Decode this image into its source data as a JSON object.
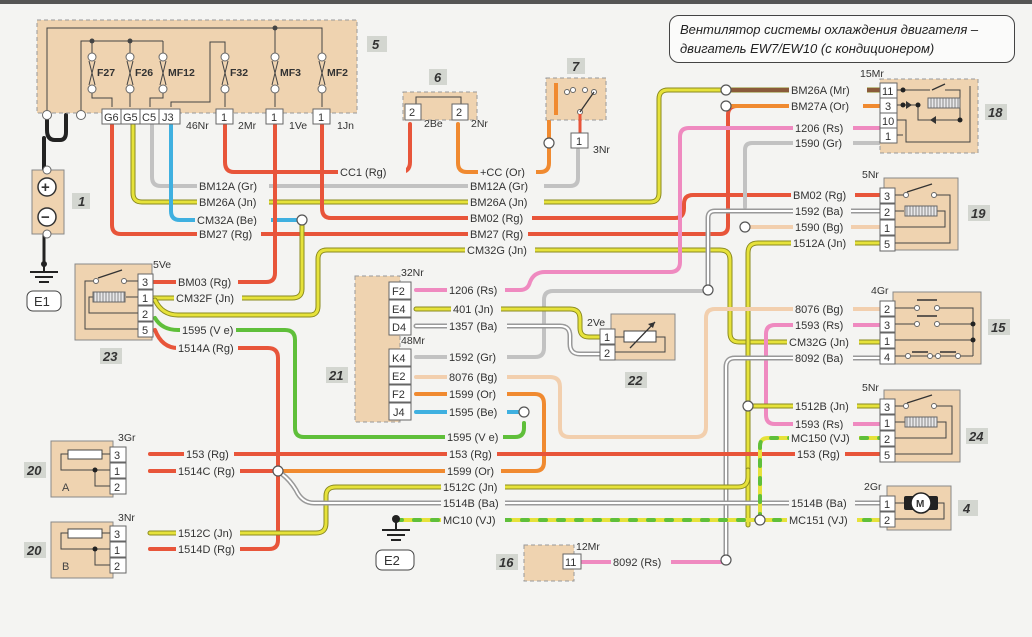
{
  "title": {
    "line1": "Вентилятор системы охлаждения двигателя –",
    "line2": "двигатель EW7/EW10 (с  кондиционером)"
  },
  "colors": {
    "Rg": "#e8553a",
    "Or": "#f08a30",
    "Jn": "#e6e23a",
    "Gr": "#c2c2c2",
    "Be": "#3fb0e0",
    "Ve": "#5fbf3a",
    "Rs": "#ef8ac0",
    "Bg": "#f2cfae",
    "Mr": "#8a5a3a",
    "Ba": "#ffffff",
    "Nr": "#222222",
    "component_fill": "#efd3b0",
    "badge_fill": "#d3d6d0"
  },
  "components": {
    "c1": {
      "number": "1",
      "name": "battery",
      "plus": "+",
      "minus": "−"
    },
    "c4": {
      "number": "4",
      "name": "fan-motor",
      "connector": "2Gr",
      "pins": [
        "1",
        "2"
      ],
      "symbol": "M"
    },
    "c5": {
      "number": "5",
      "name": "fuse-box",
      "fuses": [
        "F27",
        "F26",
        "MF12",
        "F32",
        "MF3",
        "MF2"
      ],
      "pins": [
        "G6",
        "G5",
        "C5",
        "J3",
        "1",
        "1",
        "1"
      ],
      "connectors": [
        "46Nr",
        "2Mr",
        "1Ve",
        "1Jn"
      ]
    },
    "c6": {
      "number": "6",
      "pins": [
        "2",
        "2"
      ],
      "connectors": [
        "2Be",
        "2Nr"
      ]
    },
    "c7": {
      "number": "7",
      "name": "ignition-switch",
      "pins": [
        "1"
      ],
      "connector": "3Nr"
    },
    "c15": {
      "number": "15",
      "name": "ac-pressure-switch",
      "connector": "4Gr",
      "pins": [
        "2",
        "3",
        "1",
        "4"
      ]
    },
    "c16": {
      "number": "16",
      "connector": "12Mr",
      "pins": [
        "11"
      ]
    },
    "c18": {
      "number": "18",
      "name": "relay-15Mr",
      "connector": "15Mr",
      "pins": [
        "11",
        "3",
        "10",
        "1"
      ]
    },
    "c19": {
      "number": "19",
      "name": "relay-5Nr",
      "connector": "5Nr",
      "pins": [
        "3",
        "2",
        "1",
        "5"
      ]
    },
    "c20a": {
      "number": "20",
      "name": "resistor-A",
      "letter": "A",
      "connector": "3Gr",
      "pins": [
        "3",
        "1",
        "2"
      ]
    },
    "c20b": {
      "number": "20",
      "name": "resistor-B",
      "letter": "B",
      "connector": "3Nr",
      "pins": [
        "3",
        "1",
        "2"
      ]
    },
    "c21": {
      "number": "21",
      "name": "ecu",
      "connectors": [
        "32Nr",
        "48Mr"
      ],
      "pins_top": [
        "F2",
        "E4",
        "D4"
      ],
      "pins_bottom": [
        "K4",
        "E2",
        "F2",
        "J4"
      ]
    },
    "c22": {
      "number": "22",
      "name": "temp-sensor",
      "connector": "2Ve",
      "pins": [
        "1",
        "2"
      ]
    },
    "c23": {
      "number": "23",
      "name": "relay-5Ve",
      "connector": "5Ve",
      "pins": [
        "3",
        "1",
        "2",
        "5"
      ]
    },
    "c24": {
      "number": "24",
      "name": "relay-5Nr-b",
      "connector": "5Nr",
      "pins": [
        "3",
        "1",
        "2",
        "5"
      ]
    },
    "e1": {
      "label": "E1"
    },
    "e2": {
      "label": "E2"
    }
  },
  "wires": {
    "cc1": "CC1 (Rg)",
    "cc": "+CC (Or)",
    "bm12a_left": "BM12A (Gr)",
    "bm12a_right": "BM12A (Gr)",
    "bm26a_left": "BM26A (Jn)",
    "bm26a_mid": "BM26A (Jn)",
    "cm32a": "CM32A (Be)",
    "bm27_left": "BM27 (Rg)",
    "bm27_mid": "BM27 (Rg)",
    "bm02_mid": "BM02 (Rg)",
    "cm32g_mid": "CM32G (Jn)",
    "bm03": "BM03 (Rg)",
    "cm32f": "CM32F (Jn)",
    "w1595ve_a": "1595 (V e)",
    "w1514a": "1514A (Rg)",
    "bm26a_mr": "BM26A (Mr)",
    "bm27a_or": "BM27A (Or)",
    "w1206_r": "1206 (Rs)",
    "w1590_gr": "1590 (Gr)",
    "bm02_r": "BM02 (Rg)",
    "w1592_ba": "1592 (Ba)",
    "w1590_bg": "1590 (Bg)",
    "w1512a": "1512A (Jn)",
    "w1206_l": "1206 (Rs)",
    "w401": "401 (Jn)",
    "w1357": "1357 (Ba)",
    "w1592_gr": "1592 (Gr)",
    "w8076_l": "8076 (Bg)",
    "w1599_l": "1599 (Or)",
    "w1595_be": "1595 (Be)",
    "w8076_r": "8076 (Bg)",
    "w1593_a": "1593 (Rs)",
    "cm32g_r": "CM32G (Jn)",
    "w8092_ba": "8092 (Ba)",
    "w1512b": "1512B (Jn)",
    "w1593_b": "1593 (Rs)",
    "mc150": "MC150 (VJ)",
    "w153_r": "153 (Rg)",
    "w153_l": "153 (Rg)",
    "w1514c": "1514C (Rg)",
    "w1595ve_b": "1595 (V e)",
    "w153_m": "153 (Rg)",
    "w1599_m": "1599 (Or)",
    "w1512c_m": "1512C (Jn)",
    "w1514b_m": "1514B (Ba)",
    "mc10": "MC10 (VJ)",
    "w1514b_r": "1514B (Ba)",
    "mc151": "MC151 (VJ)",
    "w1512c_l": "1512C (Jn)",
    "w1514d": "1514D (Rg)",
    "w8092_rs": "8092 (Rs)"
  }
}
